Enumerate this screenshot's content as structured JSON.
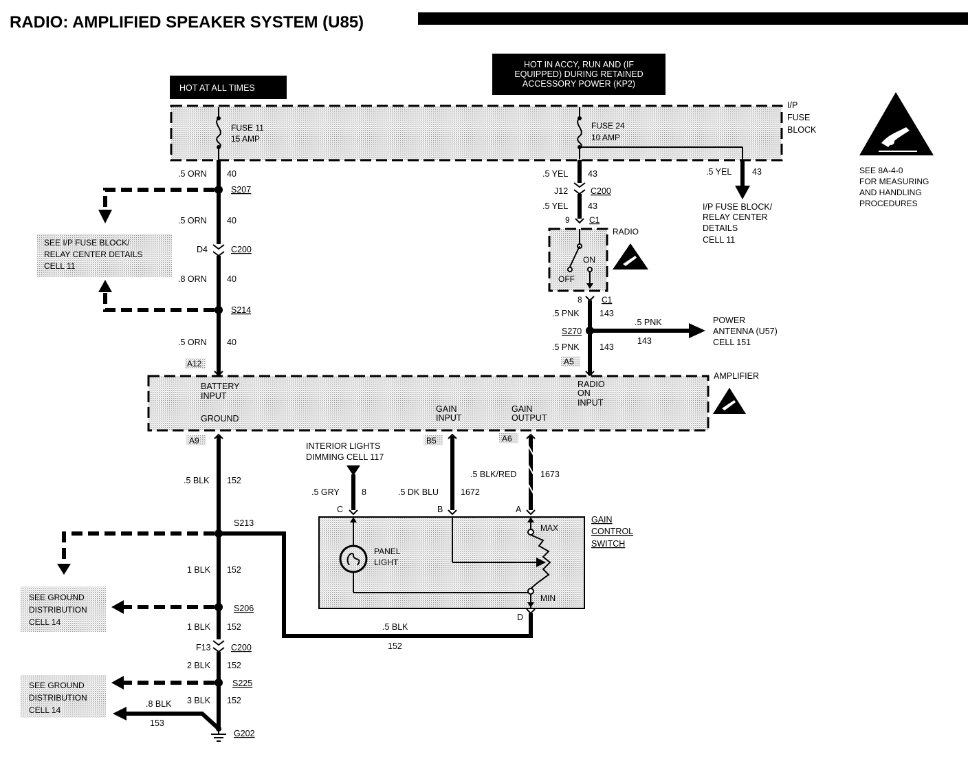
{
  "title": "RADIO: AMPLIFIED SPEAKER SYSTEM (U85)",
  "power_labels": {
    "hot_at_all_times": "HOT AT ALL TIMES",
    "hot_accy_line1": "HOT IN ACCY, RUN AND (IF",
    "hot_accy_line2": "EQUIPPED) DURING RETAINED",
    "hot_accy_line3": "ACCESSORY POWER (KP2)"
  },
  "fuse_block": {
    "label_line1": "I/P",
    "label_line2": "FUSE",
    "label_line3": "BLOCK",
    "fuse11_name": "FUSE 11",
    "fuse11_rating": "15 AMP",
    "fuse24_name": "FUSE 24",
    "fuse24_rating": "10 AMP"
  },
  "esd_note": {
    "line1": "SEE 8A-4-0",
    "line2": "FOR MEASURING",
    "line3": "AND HANDLING",
    "line4": "PROCEDURES"
  },
  "left_branch": {
    "w1_size": ".5 ORN",
    "w1_circuit": "40",
    "s207": "S207",
    "w2_size": ".5 ORN",
    "w2_circuit": "40",
    "conn_pin": "D4",
    "conn_name": "C200",
    "w3_size": ".8 ORN",
    "w3_circuit": "40",
    "s214": "S214",
    "w4_size": ".5 ORN",
    "w4_circuit": "40",
    "amp_pin": "A12"
  },
  "see_ip_note": {
    "line1": "SEE I/P FUSE BLOCK/",
    "line2": "RELAY CENTER DETAILS",
    "line3": "CELL 11"
  },
  "right_branch": {
    "w1_size": ".5 YEL",
    "w1_circuit": "43",
    "conn_pin": "J12",
    "conn_name": "C200",
    "w2_size": ".5 YEL",
    "w2_circuit": "43",
    "radio_pin_in": "9",
    "radio_conn_in": "C1",
    "radio_label": "RADIO",
    "switch_on": "ON",
    "switch_off": "OFF",
    "radio_pin_out": "8",
    "radio_conn_out": "C1",
    "w3_size": ".5 PNK",
    "w3_circuit": "143",
    "s270": "S270",
    "w4_size": ".5 PNK",
    "w4_circuit": "143",
    "amp_pin": "A5"
  },
  "fuse_branch": {
    "size": ".5 YEL",
    "circuit": "43",
    "line1": "I/P FUSE BLOCK/",
    "line2": "RELAY CENTER",
    "line3": "DETAILS",
    "line4": "CELL 11"
  },
  "antenna": {
    "size": ".5 PNK",
    "circuit": "143",
    "line1": "POWER",
    "line2": "ANTENNA (U57)",
    "line3": "CELL 151"
  },
  "amplifier": {
    "label": "AMPLIFIER",
    "battery_line1": "BATTERY",
    "battery_line2": "INPUT",
    "ground": "GROUND",
    "gain_in_line1": "GAIN",
    "gain_in_line2": "INPUT",
    "gain_out_line1": "GAIN",
    "gain_out_line2": "OUTPUT",
    "radio_on_line1": "RADIO",
    "radio_on_line2": "ON",
    "radio_on_line3": "INPUT",
    "pin_ground": "A9",
    "pin_gain_in": "B5",
    "pin_gain_out": "A6"
  },
  "dimming": {
    "line1": "INTERIOR LIGHTS",
    "line2": "DIMMING CELL 117",
    "size": ".5 GRY",
    "circuit": "8"
  },
  "gain_in_wire": {
    "size": ".5 DK BLU",
    "circuit": "1672"
  },
  "gain_out_wire": {
    "size": ".5 BLK/RED",
    "circuit": "1673"
  },
  "gain_switch": {
    "line1": "GAIN",
    "line2": "CONTROL",
    "line3": "SWITCH",
    "pin_c": "C",
    "pin_b": "B",
    "pin_a": "A",
    "pin_d": "D",
    "max": "MAX",
    "min": "MIN",
    "lamp_line1": "PANEL",
    "lamp_line2": "LIGHT"
  },
  "ground_path": {
    "w1_size": ".5 BLK",
    "w1_circuit": "152",
    "s213": "S213",
    "w2_size": "1 BLK",
    "w2_circuit": "152",
    "s206": "S206",
    "w3_size": "1 BLK",
    "w3_circuit": "152",
    "conn_pin": "F13",
    "conn_name": "C200",
    "w4_size": "2 BLK",
    "w4_circuit": "152",
    "s225": "S225",
    "w5_size": "3 BLK",
    "w5_circuit": "152",
    "g202": "G202",
    "branch_size": ".5 BLK",
    "branch_circuit": "152",
    "side_size": ".8 BLK",
    "side_circuit": "153"
  },
  "ground_note_1": {
    "line1": "SEE GROUND",
    "line2": "DISTRIBUTION",
    "line3": "CELL 14"
  },
  "ground_note_2": {
    "line1": "SEE GROUND",
    "line2": "DISTRIBUTION",
    "line3": "CELL 14"
  }
}
